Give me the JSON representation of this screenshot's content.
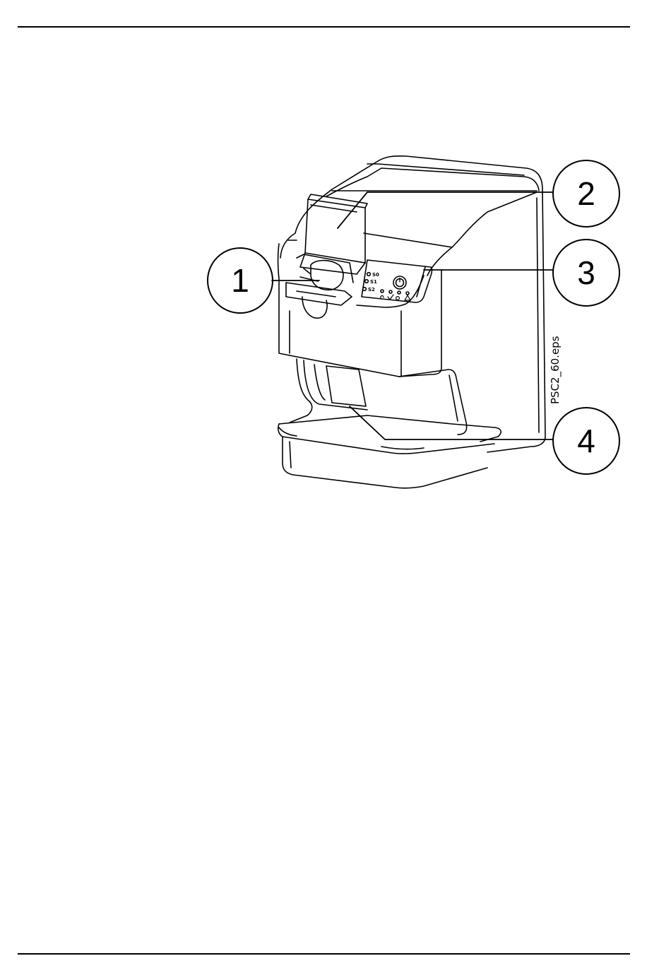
{
  "figure": {
    "file_label": "PSC2_60.eps",
    "callouts": [
      {
        "number": "1"
      },
      {
        "number": "2"
      },
      {
        "number": "3"
      },
      {
        "number": "4"
      }
    ],
    "panel": {
      "mode_labels": [
        "S0",
        "S1",
        "S2"
      ],
      "power_icon": "power-icon",
      "status_icons": [
        "ready-icon",
        "check-icon",
        "power-icon",
        "warning-icon"
      ]
    }
  }
}
